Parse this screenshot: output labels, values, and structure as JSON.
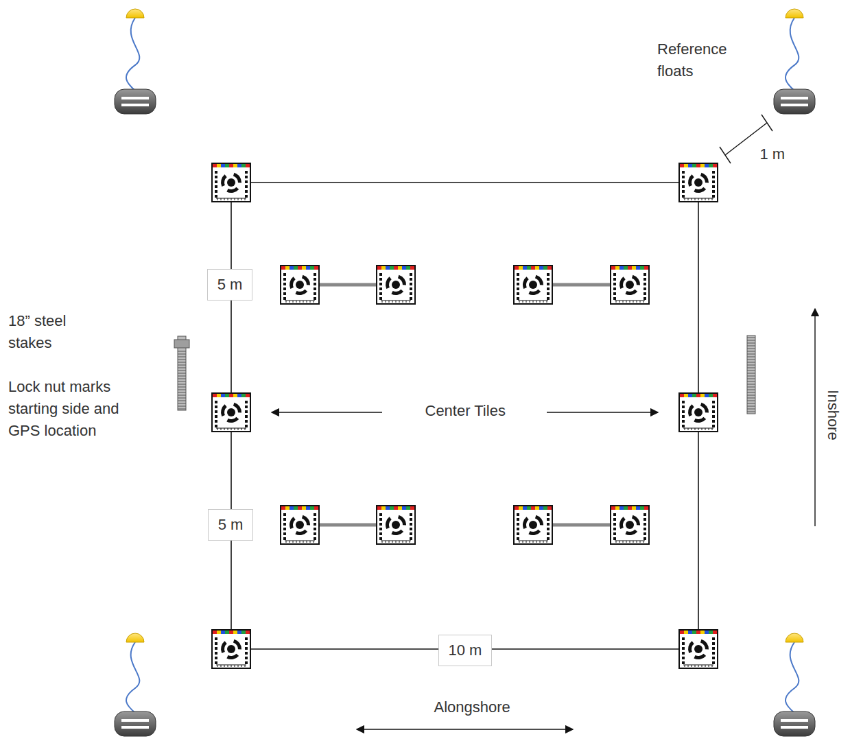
{
  "diagram": {
    "nodes": [
      {
        "text": [
          "5 m"
        ]
      },
      {
        "text": [
          "5 m"
        ]
      },
      {
        "text": [
          "10 m"
        ]
      }
    ],
    "labels": [
      "Reference floats",
      "1 m",
      "18” steel stakes",
      "Lock nut marks starting side and GPS location",
      "Center Tiles",
      "Inshore",
      "Alongshore"
    ]
  }
}
